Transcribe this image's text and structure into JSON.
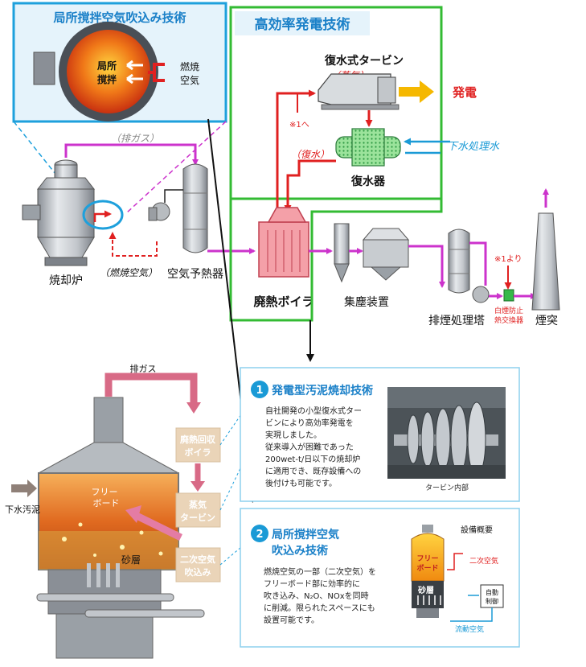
{
  "top_left": {
    "title": "局所撹拌空気吹込み技術",
    "local_line1": "局所",
    "local_line2": "撹拌",
    "air_line1": "燃焼",
    "air_line2": "空気"
  },
  "power_box": {
    "title": "高効率発電技術",
    "turbine": "復水式タービン",
    "steam": "（蒸気）",
    "power_out": "発電",
    "note_to_1": "※1へ",
    "condensate": "（復水）",
    "condenser": "復水器",
    "sewage_water": "下水処理水"
  },
  "flow": {
    "exhaust_gas": "（排ガス）",
    "combustion_air": "（燃焼空気）",
    "incinerator": "焼却炉",
    "air_preheater": "空気予熱器",
    "waste_heat_boiler": "廃熱ボイラ",
    "dust_collector": "集塵装置",
    "scrubber": "排煙処理塔",
    "note_from_1": "※1より",
    "plume_hx_line1": "白煙防止",
    "plume_hx_line2": "熱交換器",
    "chimney": "煙突"
  },
  "furnace": {
    "exhaust": "排ガス",
    "sludge_in": "下水汚泥",
    "freeboard_line1": "フリー",
    "freeboard_line2": "ボード",
    "sand": "砂層",
    "boiler_line1": "廃熱回収",
    "boiler_line2": "ボイラ",
    "turbine_line1": "蒸気",
    "turbine_line2": "タービン",
    "secondary_line1": "二次空気",
    "secondary_line2": "吹込み"
  },
  "tech1": {
    "number": "1",
    "title": "発電型汚泥焼却技術",
    "lines": [
      "自社開発の小型復水式ター",
      "ビンにより高効率発電を",
      "実現しました。",
      "従来導入が困難であった",
      "200wet-t/日以下の焼却炉",
      "に適用でき、既存設備への",
      "後付けも可能です。"
    ],
    "photo_caption": "タービン内部"
  },
  "tech2": {
    "number": "2",
    "title_line1": "局所撹拌空気",
    "title_line2": "吹込み技術",
    "lines": [
      "燃焼空気の一部（二次空気）を",
      "フリーボード部に効率的に",
      "吹き込み、N₂O、NOxを同時",
      "に削減。限られたスペースにも",
      "設置可能です。"
    ],
    "overview": "設備概要",
    "freeboard_line1": "フリー",
    "freeboard_line2": "ボード",
    "secondary_air": "二次空気",
    "sand": "砂層",
    "auto_line1": "自動",
    "auto_line2": "制御",
    "fluid_air": "流動空気"
  },
  "colors": {
    "magenta": "#cc33cc",
    "red": "#e02020",
    "green": "#33bb33",
    "blue": "#1a9ad6",
    "orange": "#f5b800"
  }
}
